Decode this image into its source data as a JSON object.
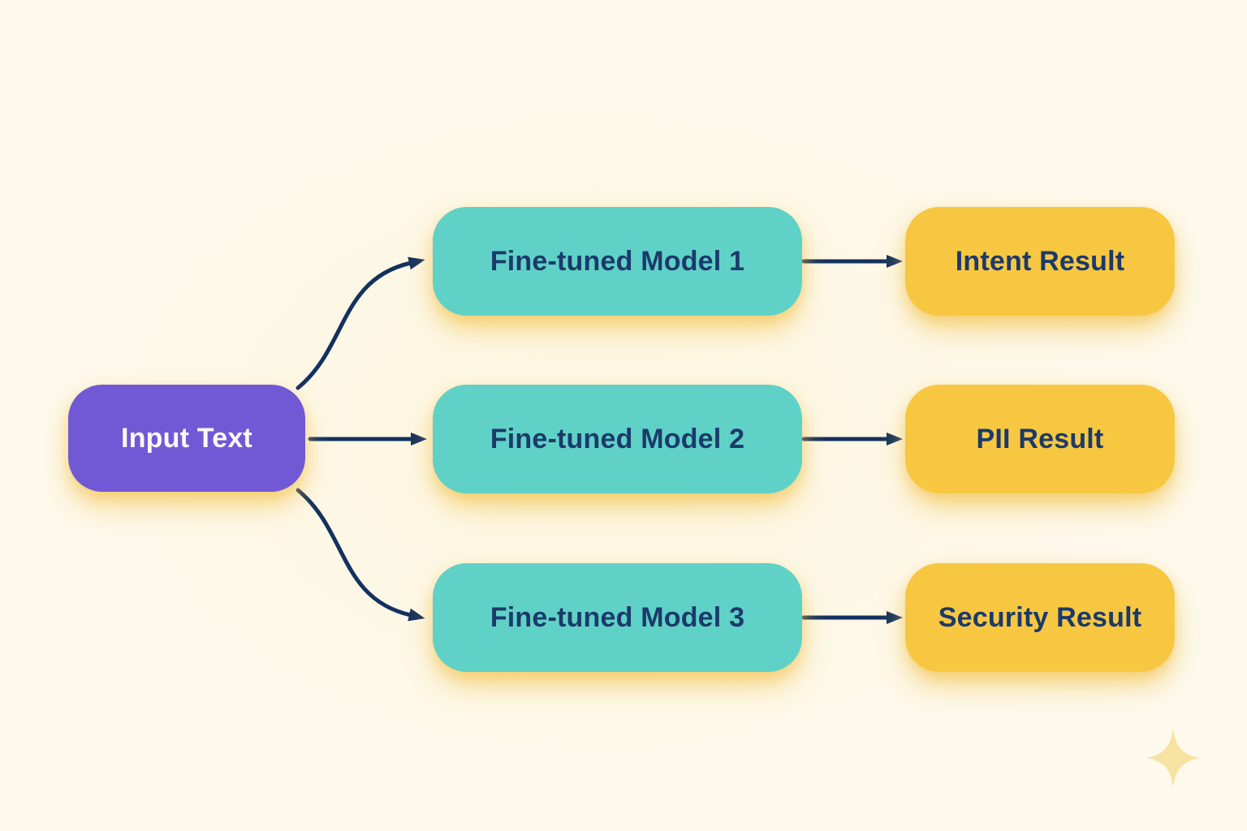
{
  "diagram": {
    "type": "flowchart",
    "background_color": "#fdf9ec",
    "arrow_color": "#14315e",
    "label_color": "#1b3a6b",
    "sparkle_color": "#f7e3a1",
    "input_node": {
      "label": "Input Text",
      "fill": "#7159d6",
      "text_color": "#fafafa"
    },
    "model_nodes": [
      {
        "label": "Fine-tuned Model 1",
        "fill": "#60d1c6"
      },
      {
        "label": "Fine-tuned Model 2",
        "fill": "#60d1c6"
      },
      {
        "label": "Fine-tuned Model 3",
        "fill": "#60d1c6"
      }
    ],
    "result_nodes": [
      {
        "label": "Intent Result",
        "fill": "#f7c742"
      },
      {
        "label": "PII Result",
        "fill": "#f7c742"
      },
      {
        "label": "Security Result",
        "fill": "#f7c742"
      }
    ],
    "edges": [
      {
        "from": "Input Text",
        "to": "Fine-tuned Model 1"
      },
      {
        "from": "Input Text",
        "to": "Fine-tuned Model 2"
      },
      {
        "from": "Input Text",
        "to": "Fine-tuned Model 3"
      },
      {
        "from": "Fine-tuned Model 1",
        "to": "Intent Result"
      },
      {
        "from": "Fine-tuned Model 2",
        "to": "PII Result"
      },
      {
        "from": "Fine-tuned Model 3",
        "to": "Security Result"
      }
    ]
  }
}
